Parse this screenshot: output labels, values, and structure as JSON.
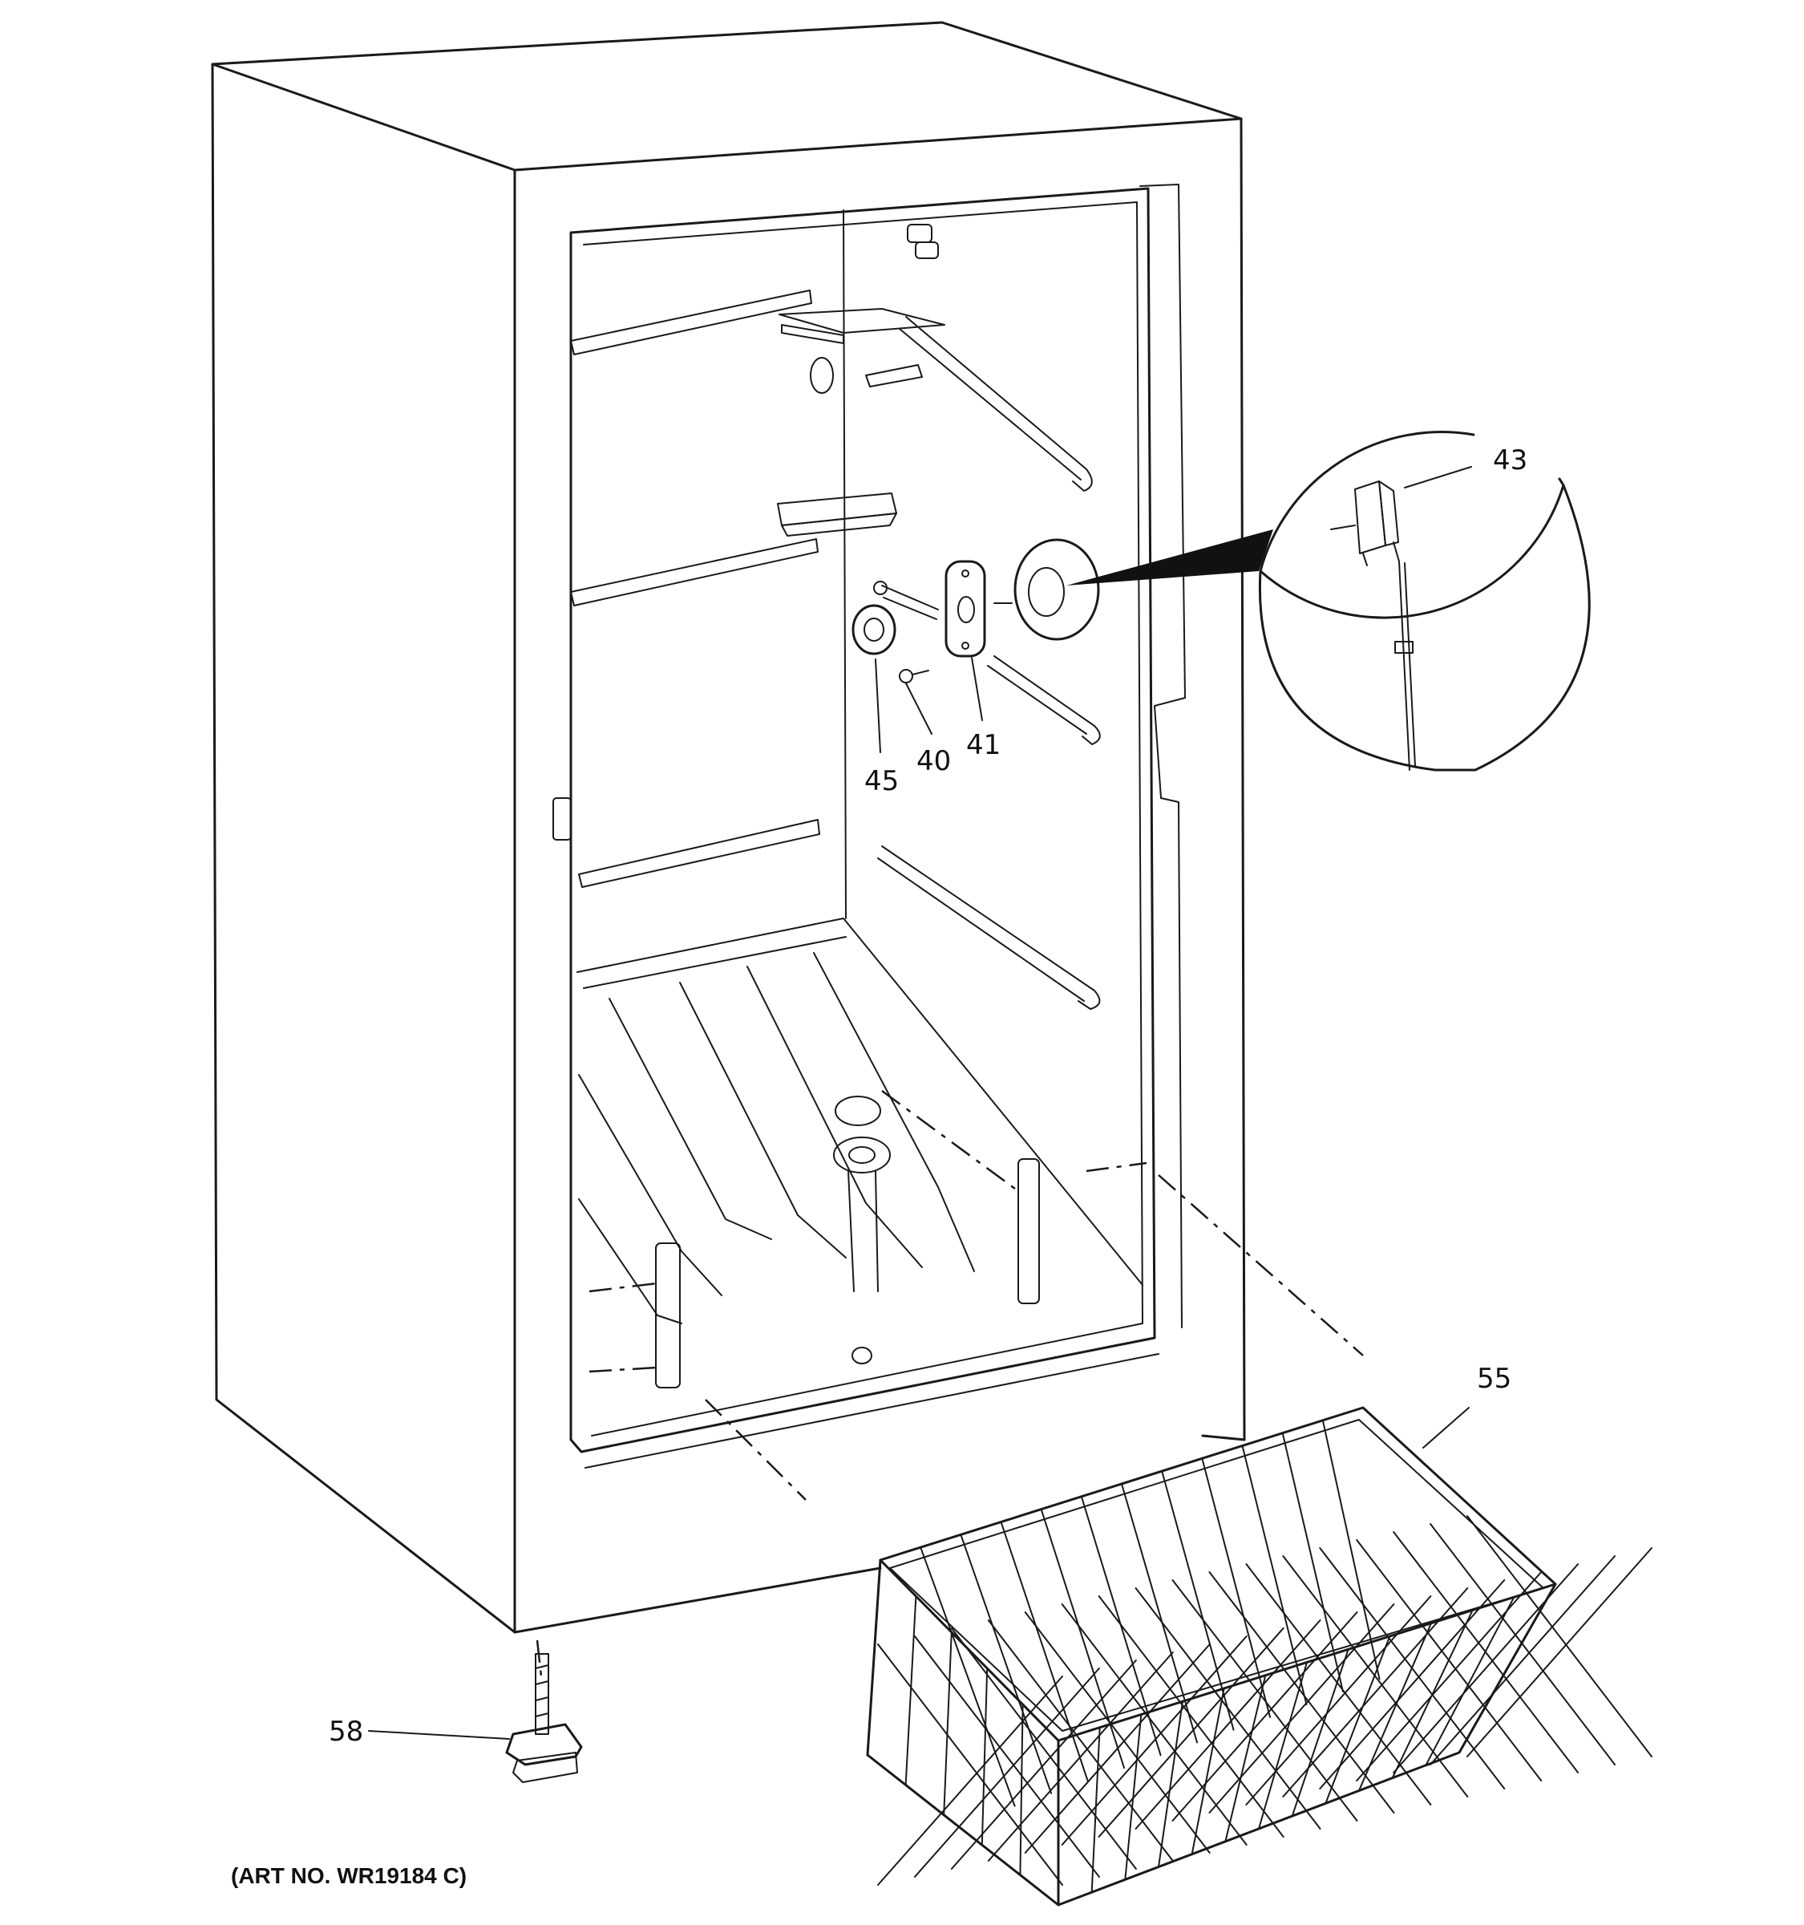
{
  "callouts": {
    "c43": "43",
    "c45": "45",
    "c40": "40",
    "c41": "41",
    "c55": "55",
    "c58": "58"
  },
  "art_number": "(ART NO. WR19184 C)"
}
